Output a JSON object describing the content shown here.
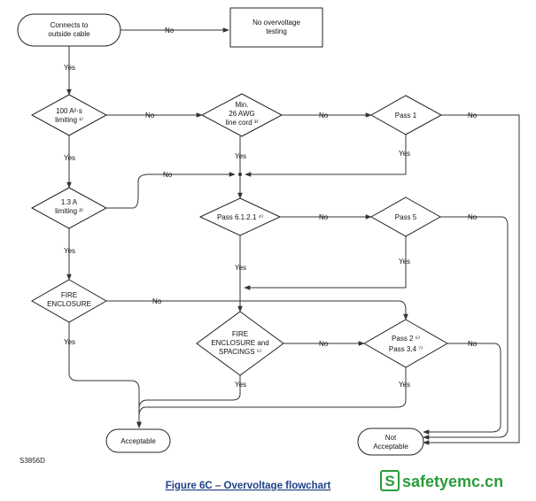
{
  "nodes": {
    "connects": [
      "Connects to",
      "outside cable"
    ],
    "no_overvoltage": [
      "No overvoltage",
      "testing"
    ],
    "limit100": [
      "100 A²·s",
      "limiting ¹⁾"
    ],
    "awg": [
      "Min.",
      "26 AWG",
      "line cord ³⁾"
    ],
    "pass1": [
      "Pass 1"
    ],
    "limit13": [
      "1.3 A",
      "limiting ²⁾"
    ],
    "pass6121": [
      "Pass 6.1.2.1 ⁴⁾"
    ],
    "pass5": [
      "Pass 5"
    ],
    "fire_enclosure": [
      "FIRE",
      "ENCLOSURE"
    ],
    "fire_spacings": [
      "FIRE",
      "ENCLOSURE and",
      "SPACINGS ⁵⁾"
    ],
    "pass2": [
      "Pass 2 ⁶⁾",
      "Pass 3,4 ⁷⁾"
    ],
    "acceptable": [
      "Acceptable"
    ],
    "not_acceptable": [
      "Not",
      "Acceptable"
    ]
  },
  "edges": {
    "yes": "Yes",
    "no": "No"
  },
  "figure": {
    "code": "S3856D",
    "caption": "Figure 6C – Overvoltage flowchart"
  },
  "watermark": {
    "mark": "S",
    "text": "safetyemc.cn"
  },
  "colors": {
    "stroke": "#222222",
    "caption": "#1f3f88",
    "brand": "#2a9c3a"
  }
}
